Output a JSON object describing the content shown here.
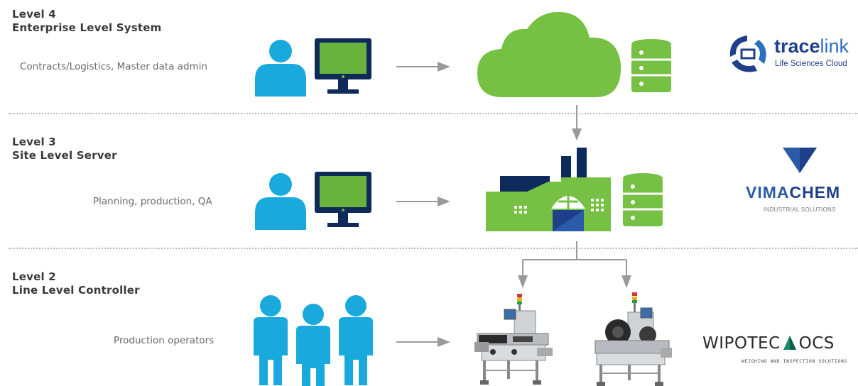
{
  "levels": [
    {
      "level": "Level 4",
      "name": "Enterprise Level System",
      "desc": "Contracts/Logistics, Master data admin"
    },
    {
      "level": "Level 3",
      "name": "Site Level Server",
      "desc": "Planning, production, QA"
    },
    {
      "level": "Level 2",
      "name": "Line Level Controller",
      "desc": "Production operators"
    }
  ],
  "logos": {
    "tracelink": {
      "word_a": "trace",
      "word_b": "link",
      "tagline": "Life Sciences Cloud"
    },
    "vimachem": {
      "word_a": "VIMA",
      "word_b": "CHEM",
      "tagline": "INDUSTRIAL SOLUTIONS"
    },
    "wipotec": {
      "word_a": "WIPOTEC",
      "word_b": "OCS",
      "tagline": "WEIGHING AND INSPECTION SOLUTIONS"
    }
  },
  "colors": {
    "person_blue": "#1aa9dc",
    "monitor_navy": "#0e2a5a",
    "screen_green": "#6ab23e",
    "cloud_green": "#76c043",
    "arrow_gray": "#9a9a9a",
    "tracelink_navy": "#1f3f8a",
    "vimachem_blue": "#2a5aa8",
    "wipotec_green": "#1a8a6a"
  },
  "icons": [
    "user-icon",
    "monitor-icon",
    "cloud-icon",
    "database-icon",
    "factory-icon",
    "machine-icon",
    "group-icon"
  ]
}
